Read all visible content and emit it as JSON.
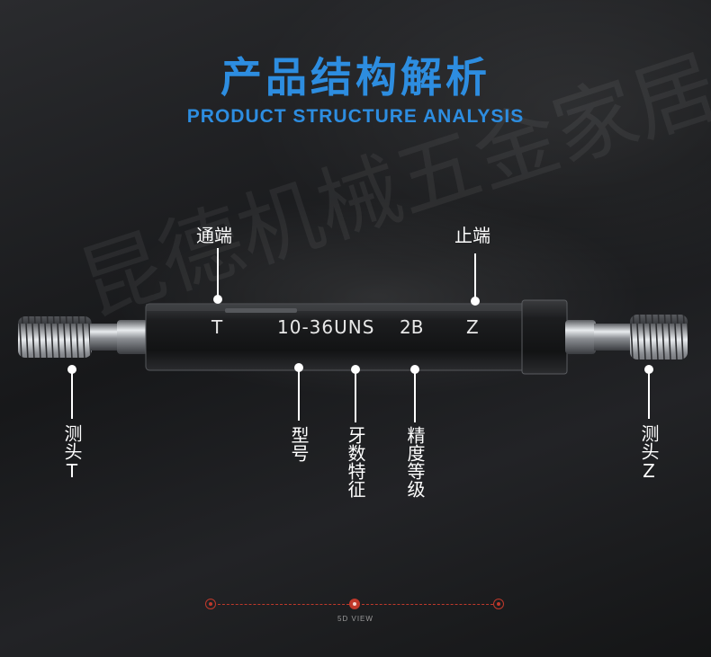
{
  "header": {
    "title_cn": "产品结构解析",
    "title_en": "PRODUCT STRUCTURE ANALYSIS"
  },
  "watermark": "昆德机械五金家居",
  "gauge": {
    "marks": {
      "t": "T",
      "model": "10-36UNS",
      "grade": "2B",
      "z": "Z"
    }
  },
  "callouts": {
    "go_end": "通端",
    "nogo_end": "止端",
    "probe_t": "测头T",
    "model": "型号",
    "thread_feature": "牙数特征",
    "precision_grade": "精度等级",
    "probe_z": "测头Z"
  },
  "footer": {
    "label": "5D VIEW"
  },
  "colors": {
    "accent_blue": "#2d8de0",
    "accent_red": "#c0392b"
  }
}
